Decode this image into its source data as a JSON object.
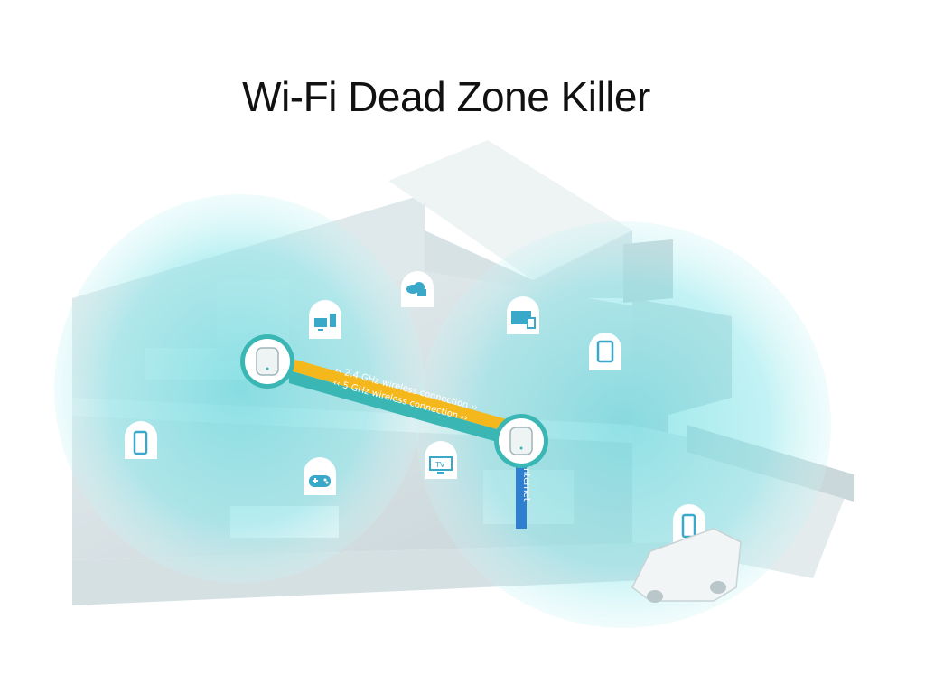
{
  "title": "Wi-Fi Dead Zone Killer",
  "connections": {
    "band_24": "‹‹ 2.4 GHz wireless connection ››",
    "band_5": "‹‹ 5 GHz wireless connection ››",
    "internet": "Internet"
  },
  "devices": {
    "tv": "TV"
  },
  "colors": {
    "coverage": "#7fe3e8",
    "band_24": "#f5b81c",
    "band_5": "#3ab7b4",
    "internet": "#2f7fd0",
    "house": "#cfdde0"
  },
  "icons": [
    "router-icon",
    "cloud-icon",
    "desktop-icon",
    "monitor-icon",
    "tablet-icon",
    "phone-icon",
    "gamepad-icon",
    "tv-icon",
    "car-icon"
  ]
}
